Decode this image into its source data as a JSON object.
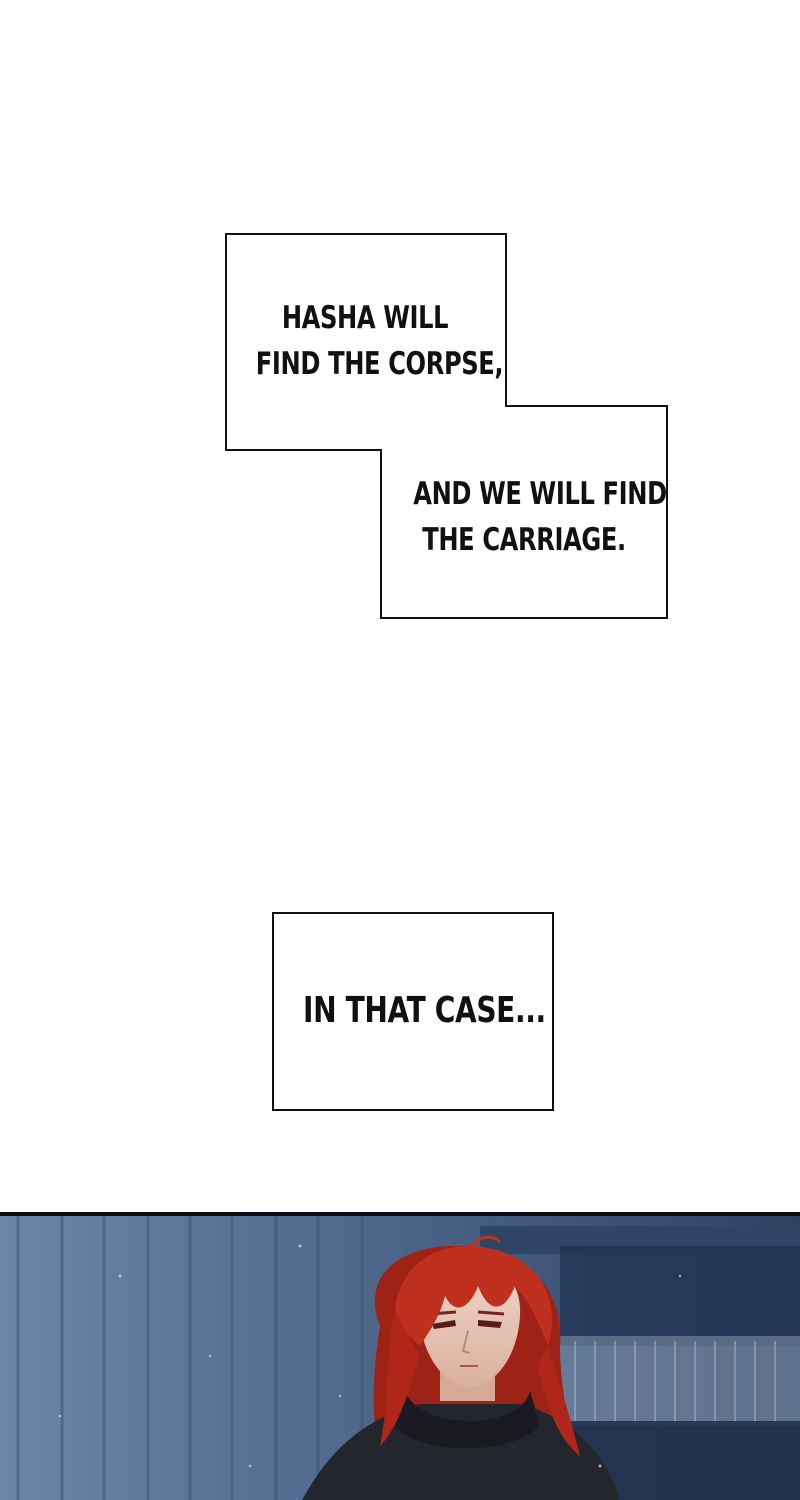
{
  "captions": {
    "hasha_line1": "HASHA WILL",
    "hasha_line2": "FIND THE CORPSE,",
    "we_line1": "AND WE WILL FIND",
    "we_line2": "THE CARRIAGE.",
    "in_that_case": "IN THAT CASE..."
  },
  "panel": {
    "background": "#4a6386",
    "hair_color": "#b0261b",
    "scarf_color": "#24262d"
  }
}
